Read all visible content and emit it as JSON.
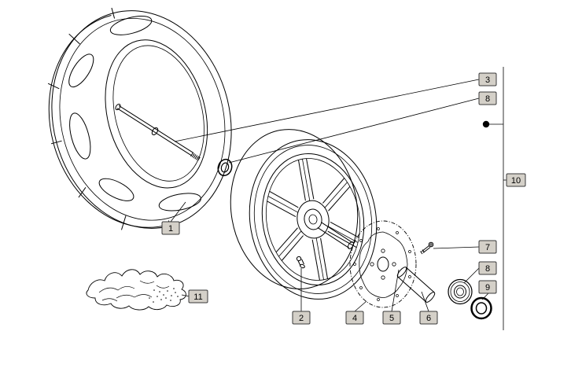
{
  "diagram": {
    "background": "#ffffff",
    "line_color": "#000000",
    "label_box_fill": "#d4d0c8",
    "label_box_stroke": "#3a3a3a",
    "marker_dot_color": "#000000"
  },
  "callouts": {
    "c1": "1",
    "c2": "2",
    "c3": "3",
    "c4": "4",
    "c5": "5",
    "c6": "6",
    "c7": "7",
    "c8_top": "8",
    "c8_bottom": "8",
    "c9": "9",
    "c10": "10",
    "c11": "11"
  }
}
